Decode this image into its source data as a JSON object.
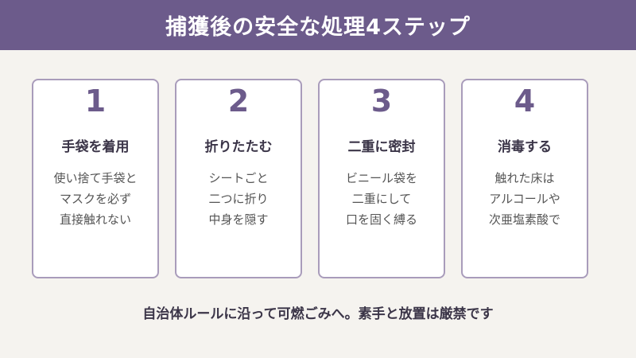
{
  "header": {
    "title": "捕獲後の安全な処理4ステップ"
  },
  "steps": [
    {
      "number": "1",
      "title": "手袋を着用",
      "lines": [
        "使い捨て手袋と",
        "マスクを必ず",
        "直接触れない"
      ]
    },
    {
      "number": "2",
      "title": "折りたたむ",
      "lines": [
        "シートごと",
        "二つに折り",
        "中身を隠す"
      ]
    },
    {
      "number": "3",
      "title": "二重に密封",
      "lines": [
        "ビニール袋を",
        "二重にして",
        "口を固く縛る"
      ]
    },
    {
      "number": "4",
      "title": "消毒する",
      "lines": [
        "触れた床は",
        "アルコールや",
        "次亜塩素酸で"
      ]
    }
  ],
  "footer": {
    "note": "自治体ルールに沿って可燃ごみへ。素手と放置は厳禁です"
  },
  "colors": {
    "header_bg": "#6c5b8b",
    "card_border": "#a99cbb",
    "background": "#f5f3ef"
  }
}
